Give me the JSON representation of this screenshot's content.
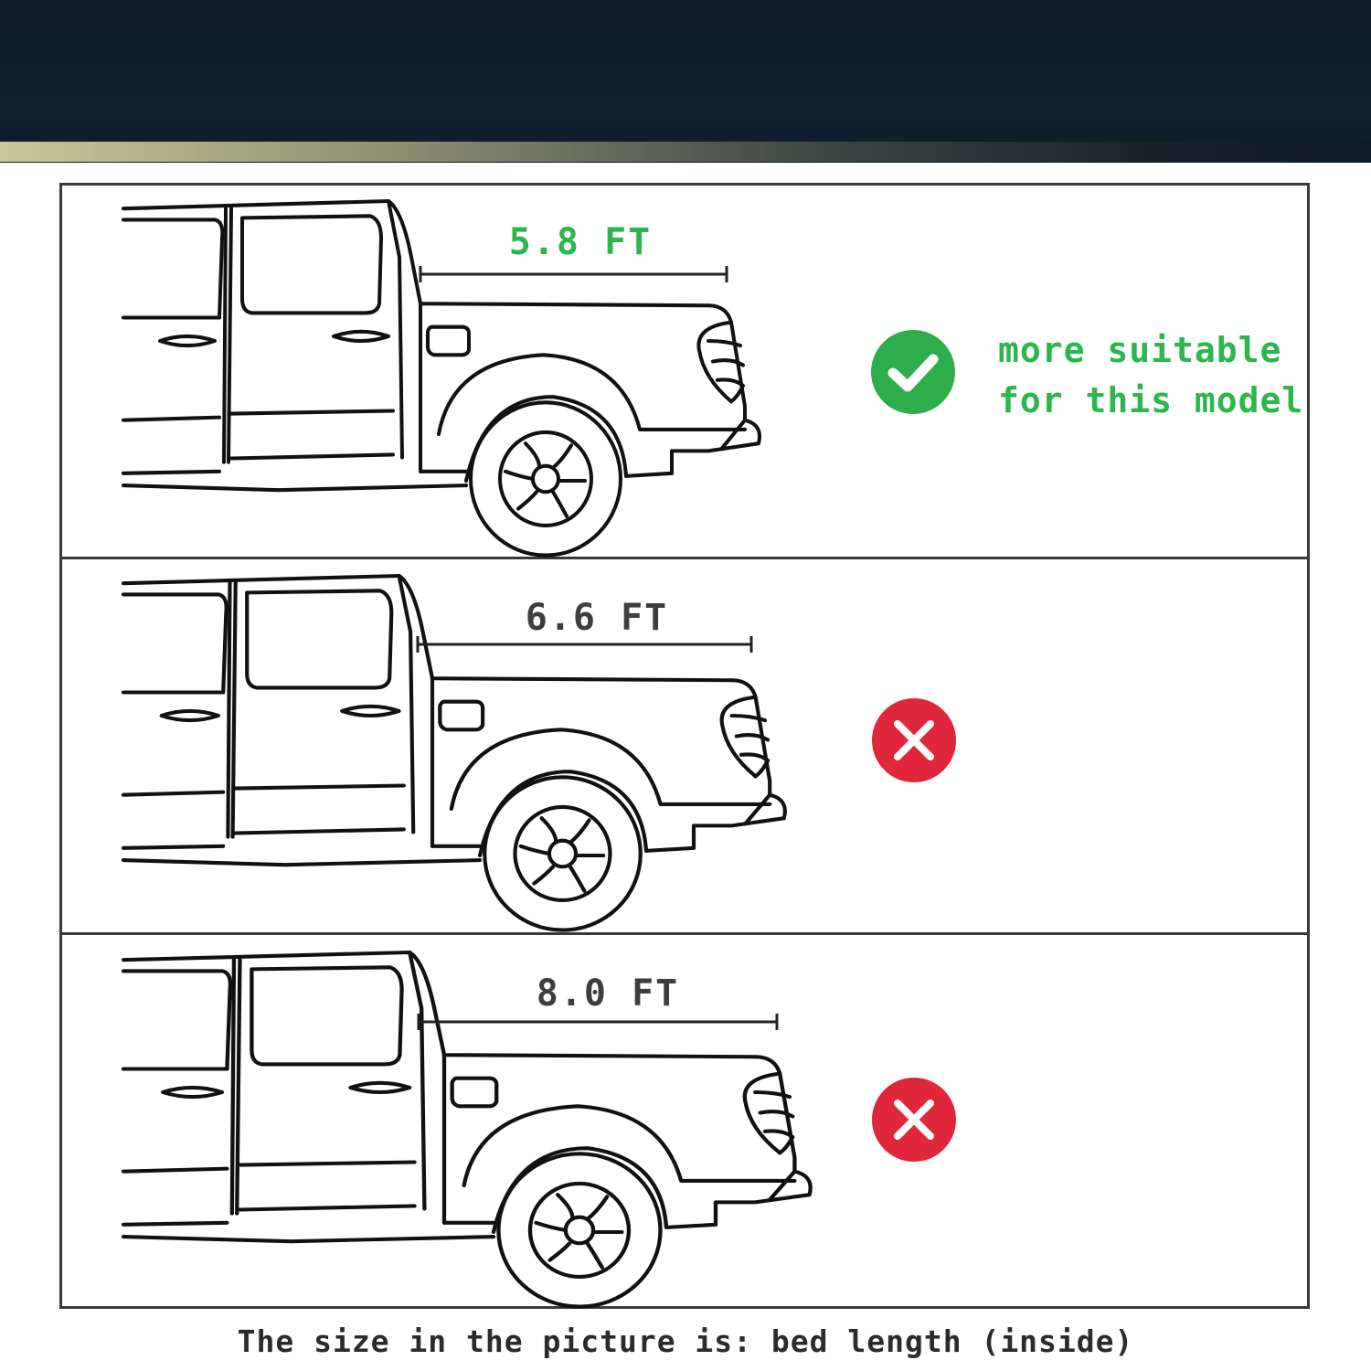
{
  "panels": [
    {
      "bed_length_label": "5.8 FT",
      "status": "suitable",
      "status_icon": "check-circle-icon"
    },
    {
      "bed_length_label": "6.6 FT",
      "status": "not-suitable",
      "status_icon": "x-circle-icon"
    },
    {
      "bed_length_label": "8.0 FT",
      "status": "not-suitable",
      "status_icon": "x-circle-icon"
    }
  ],
  "suitable_text": {
    "line1": "more suitable",
    "line2": "for this model"
  },
  "footer_note": "The size in the picture is: bed length (inside)",
  "colors": {
    "accent_green": "#2db64c",
    "reject_red": "#e0263a",
    "header_navy": "#0f1b28",
    "label_gray": "#3e3e3e"
  }
}
